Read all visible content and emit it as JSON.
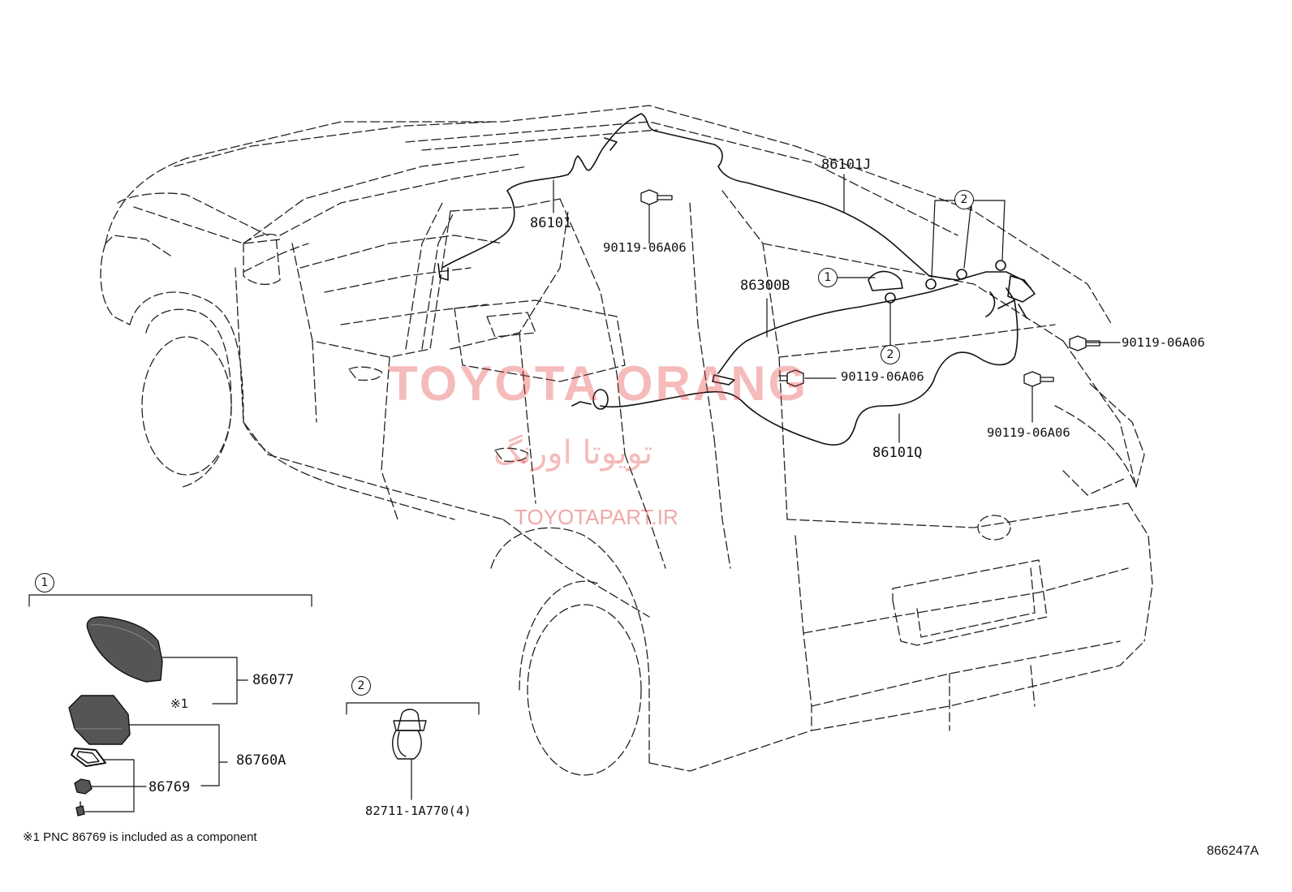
{
  "diagram_id": "866247A",
  "watermark": {
    "brand": "TOYOTA ORANG",
    "brand_fa": "تویوتا اورنگ",
    "url": "TOYOTAPART.IR"
  },
  "parts": {
    "p86101J": "86101J",
    "p86101": "86101",
    "p86300B": "86300B",
    "p86101Q": "86101Q",
    "bolt_a": "90119-06A06",
    "bolt_b": "90119-06A06",
    "bolt_c": "90119-06A06",
    "bolt_d": "90119-06A06",
    "p86077": "86077",
    "p86760A": "86760A",
    "p86769": "86769",
    "p82711": "82711-1A770(4)"
  },
  "callouts": {
    "one": "1",
    "two": "2"
  },
  "note_marker": "※1",
  "footnote": "※1 PNC 86769 is included as a component"
}
